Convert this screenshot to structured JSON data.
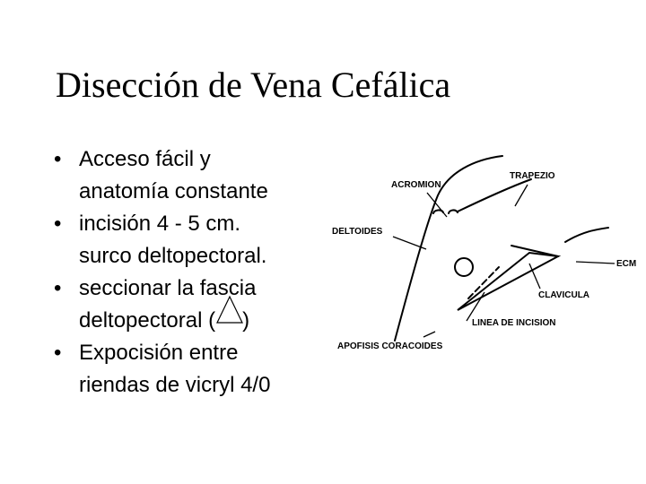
{
  "title": "Disección de Vena Cefálica",
  "bullets": [
    {
      "line1": "Acceso fácil y",
      "line2": "anatomía constante"
    },
    {
      "line1": "incisión 4 - 5 cm.",
      "line2": "surco deltopectoral."
    },
    {
      "line1": "seccionar la fascia",
      "line2a": "deltopectoral (",
      "line2b": ")"
    },
    {
      "line1": "Expocisión entre",
      "line2": "riendas de vicryl 4/0"
    }
  ],
  "bullet_char": "•",
  "diagram": {
    "labels": {
      "acromion": "ACROMION",
      "trapezio": "TRAPEZIO",
      "deltoides": "DELTOIDES",
      "ecm": "ECM",
      "clavicula": "CLAVICULA",
      "linea": "LINEA DE INCISION",
      "apofisis": "APOFISIS CORACOIDES"
    }
  }
}
